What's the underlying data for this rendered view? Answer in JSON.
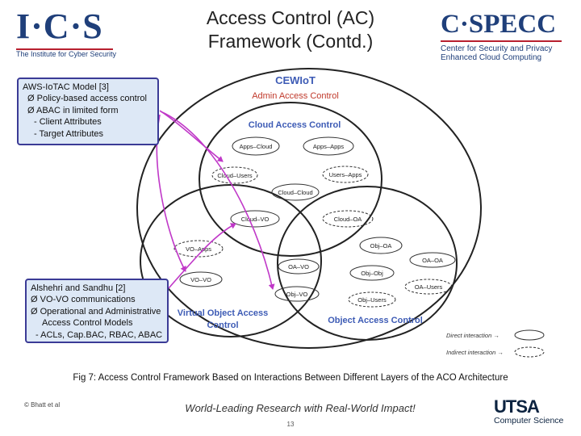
{
  "header": {
    "title_line1": "Access Control (AC)",
    "title_line2": "Framework (Contd.)",
    "ics_logo": {
      "letters": "I·C·S",
      "subtitle": "The Institute for Cyber Security"
    },
    "cspecc_logo": {
      "letters": "C·SPECC",
      "line1": "Center for Security and Privacy",
      "line2": "Enhanced Cloud Computing"
    }
  },
  "annotation_box_1": {
    "line1": "AWS-IoTAC Model [3]",
    "line2": "Ø  Policy-based access control",
    "line3": "Ø  ABAC in limited form",
    "line4": "- Client Attributes",
    "line5": "- Target Attributes"
  },
  "annotation_box_2": {
    "line1": "Alshehri and Sandhu [2]",
    "line2": "Ø  VO-VO communications",
    "line3": "Ø  Operational and Administrative",
    "line4": "Access Control Models",
    "line5": "- ACLs, Cap.BAC, RBAC, ABAC"
  },
  "diagram": {
    "outer_title": "CEWIoT",
    "outer_subtitle": "Admin Access Control",
    "cloud_label": "Cloud Access Control",
    "vo_label_line1": "Virtual Object Access",
    "vo_label_line2": "Control",
    "object_label": "Object Access Control",
    "interactions": [
      "Apps–Cloud",
      "Apps–Apps",
      "Cloud–Users",
      "Users–Apps",
      "Cloud–Cloud",
      "Cloud–VO",
      "Cloud–OA",
      "VO–Apps",
      "Obj–OA",
      "OA–OA",
      "OA–VO",
      "Obj–Obj",
      "VO–VO",
      "OA–Users",
      "Obj–VO",
      "Obj–Users"
    ],
    "legend_direct": "Direct interaction →",
    "legend_indirect": "Indirect interaction →"
  },
  "caption": "Fig 7: Access Control Framework Based on Interactions Between Different Layers of the ACO Architecture",
  "footer": {
    "copyright": "© Bhatt et al",
    "tagline": "World-Leading Research with Real-World Impact!",
    "page_number": "13",
    "utsa": "UTSA",
    "utsa_sub": "Computer Science"
  },
  "colors": {
    "accent_blue": "#1f3f7a",
    "accent_red": "#b8202f",
    "label_blue": "#3d5bb5",
    "label_red": "#c0392b",
    "arrow_magenta": "#c038c8",
    "box_fill": "#dde8f6",
    "box_border": "#3b3b96"
  }
}
